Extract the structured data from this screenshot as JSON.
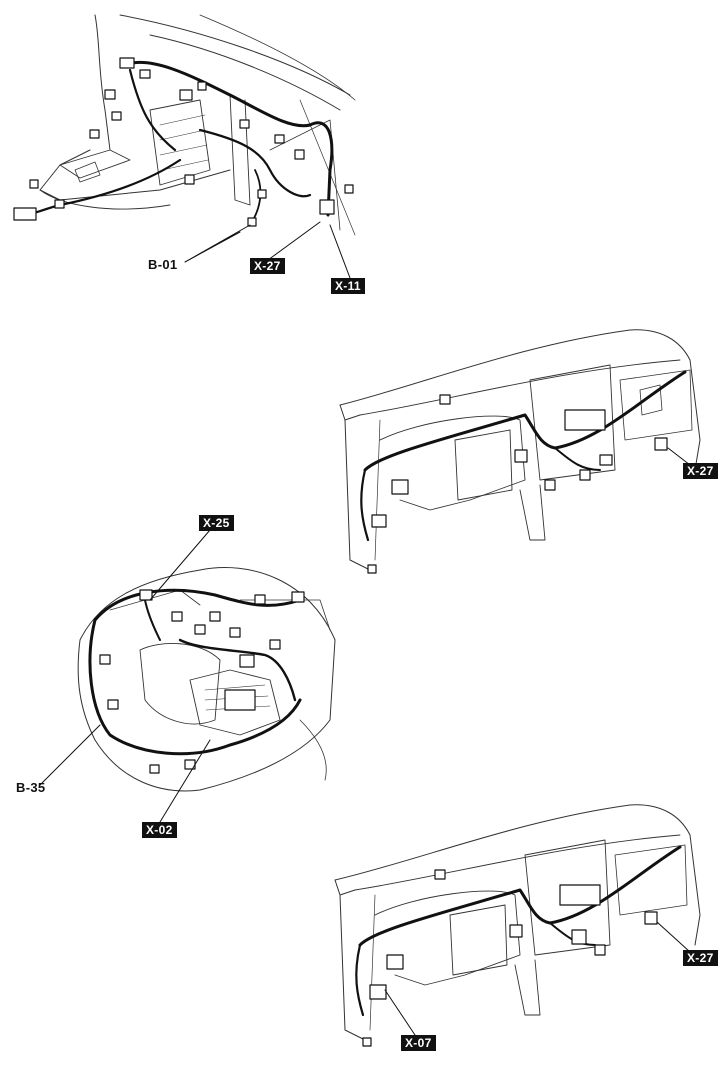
{
  "callouts": {
    "b01": "B-01",
    "x27_top": "X-27",
    "x11": "X-11",
    "x27_mid": "X-27",
    "x25": "X-25",
    "b35": "B-35",
    "x02": "X-02",
    "x27_bottom": "X-27",
    "x07": "X-07"
  },
  "colors": {
    "line": "#222222",
    "harness": "#111111",
    "label_bg": "#111111",
    "label_text": "#ffffff"
  }
}
